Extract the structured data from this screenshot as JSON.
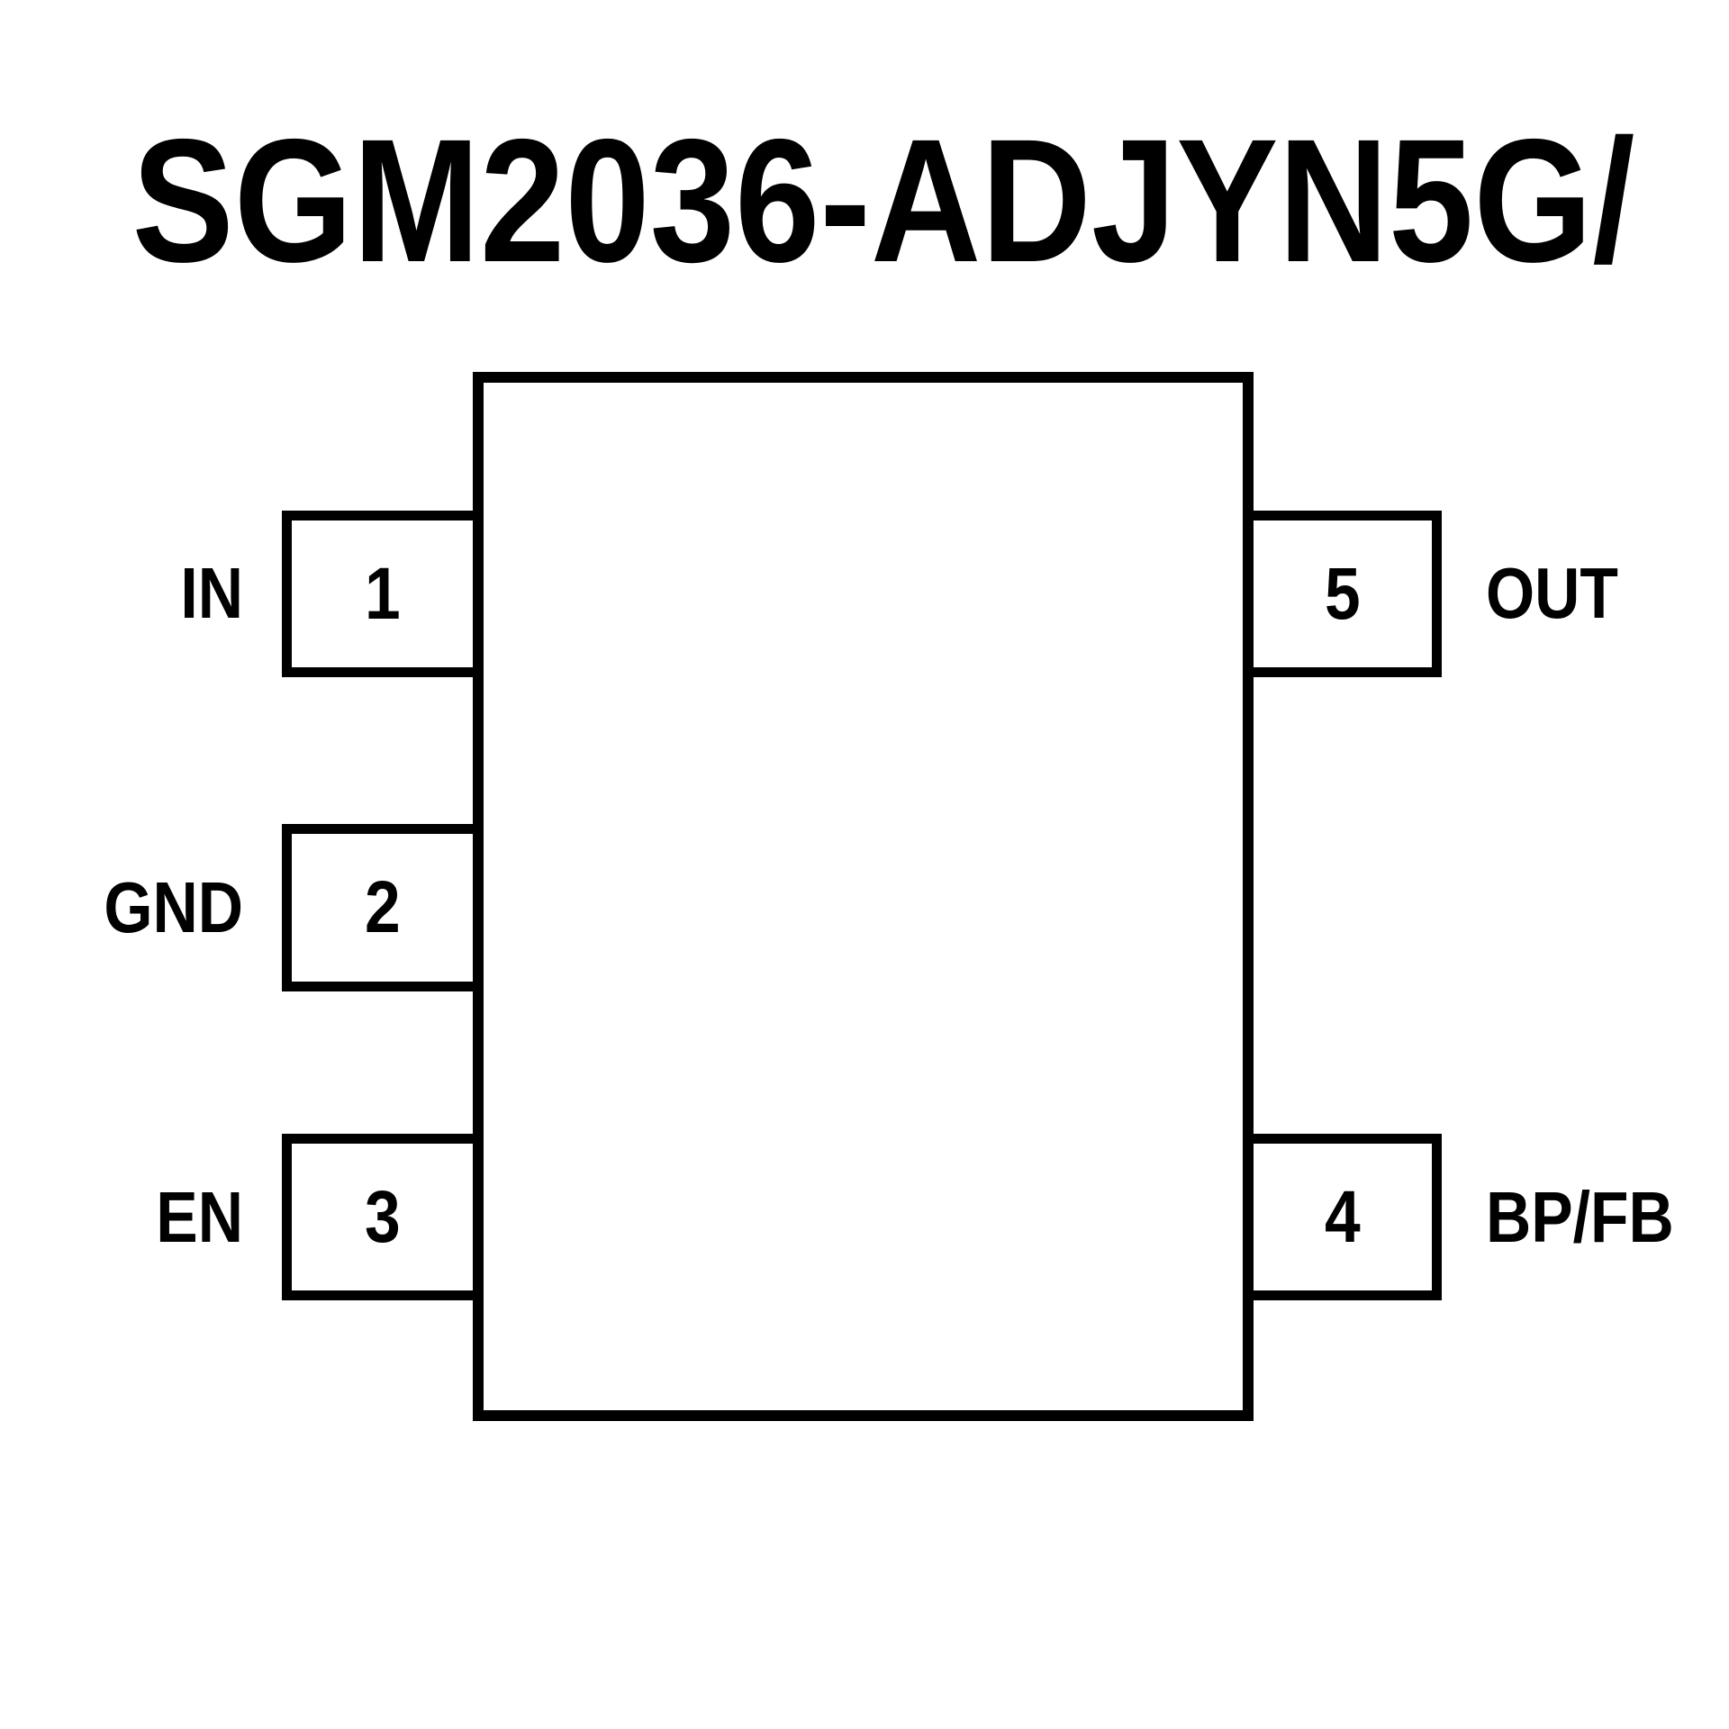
{
  "title": "SGM2036-ADJYN5G/",
  "colors": {
    "line": "#000000",
    "background": "#ffffff",
    "text": "#000000"
  },
  "pins": {
    "left": [
      {
        "number": "1",
        "label": "IN"
      },
      {
        "number": "2",
        "label": "GND"
      },
      {
        "number": "3",
        "label": "EN"
      }
    ],
    "right": [
      {
        "number": "5",
        "label": "OUT"
      },
      {
        "number": "4",
        "label": "BP/FB"
      }
    ]
  }
}
